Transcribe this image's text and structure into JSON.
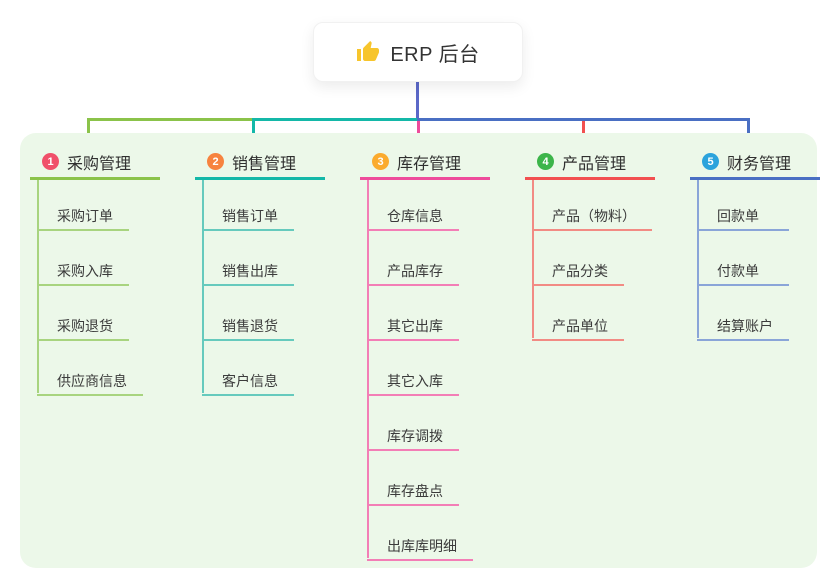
{
  "root": {
    "title": "ERP 后台",
    "icon": "thumbs-up-icon",
    "icon_color": "#f7c52c",
    "stem_color": "#5b68c8"
  },
  "panel": {
    "background": "#ecf8e9"
  },
  "branches": [
    {
      "number": "1",
      "label": "采购管理",
      "badge_color": "#f0506a",
      "line_color": "#8bc34a",
      "child_line_color": "#a8d47f",
      "children": [
        "采购订单",
        "采购入库",
        "采购退货",
        "供应商信息"
      ]
    },
    {
      "number": "2",
      "label": "销售管理",
      "badge_color": "#f7833f",
      "line_color": "#14b8a8",
      "child_line_color": "#66cabd",
      "children": [
        "销售订单",
        "销售出库",
        "销售退货",
        "客户信息"
      ]
    },
    {
      "number": "3",
      "label": "库存管理",
      "badge_color": "#fbab2e",
      "line_color": "#ee4c9b",
      "child_line_color": "#f37eb6",
      "children": [
        "仓库信息",
        "产品库存",
        "其它出库",
        "其它入库",
        "库存调拨",
        "库存盘点",
        "出库库明细"
      ]
    },
    {
      "number": "4",
      "label": "产品管理",
      "badge_color": "#3cb54a",
      "line_color": "#f25050",
      "child_line_color": "#f28b84",
      "children": [
        "产品（物料）",
        "产品分类",
        "产品单位"
      ]
    },
    {
      "number": "5",
      "label": "财务管理",
      "badge_color": "#2ba3dc",
      "line_color": "#4a6fc3",
      "child_line_color": "#8aa5d8",
      "children": [
        "回款单",
        "付款单",
        "结算账户"
      ]
    }
  ]
}
